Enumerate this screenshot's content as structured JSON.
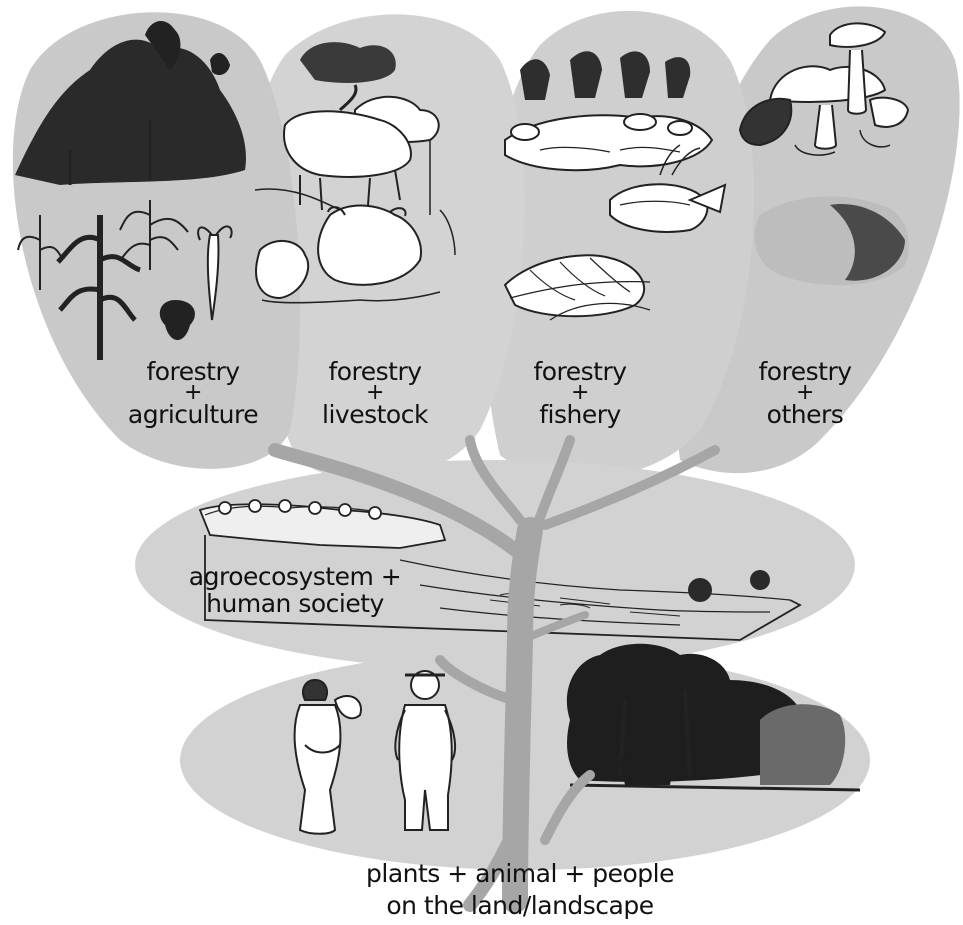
{
  "colors": {
    "petal": "#c9c9c9",
    "ellipse": "#d2d2d2",
    "trunk": "#a6a6a6",
    "ink": "#222222"
  },
  "labels": {
    "agriculture": {
      "line1": "forestry",
      "plus": "+",
      "line2": "agriculture"
    },
    "livestock": {
      "line1": "forestry",
      "plus": "+",
      "line2": "livestock"
    },
    "fishery": {
      "line1": "forestry",
      "plus": "+",
      "line2": "fishery"
    },
    "others": {
      "line1": "forestry",
      "plus": "+",
      "line2": "others"
    },
    "agroecosystem": {
      "line1": "agroecosystem +",
      "line2": "human society"
    },
    "land": {
      "line1": "plants + animal + people",
      "line2": "on the land/landscape"
    }
  },
  "icons": {
    "agriculture": "forest-and-crops-illustration",
    "livestock": "cattle-and-goats-illustration",
    "fishery": "pond-and-fish-illustration",
    "others": "mushrooms-illustration",
    "agroecosystem": "terraced-landscape-illustration",
    "land": "farmers-and-trees-illustration"
  }
}
